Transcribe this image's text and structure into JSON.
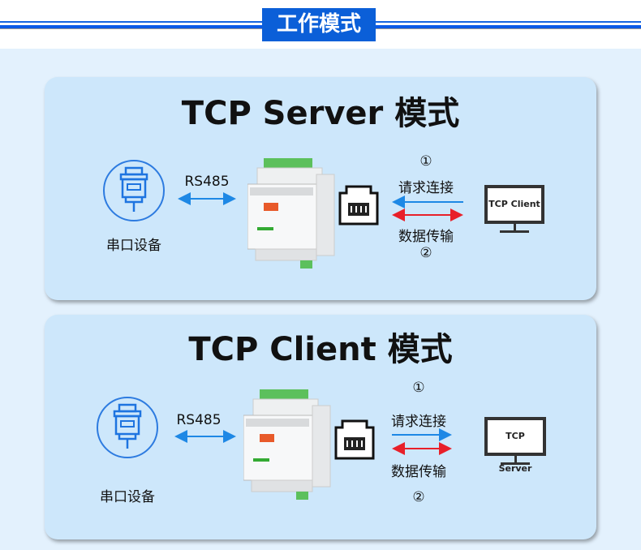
{
  "header": {
    "title": "工作模式"
  },
  "colors": {
    "blue": "#1e88e5",
    "red": "#e8202a",
    "accent": "#0b5fd8"
  },
  "panels": [
    {
      "title": "TCP Server 模式",
      "serial_label": "串口设备",
      "rs485": "RS485",
      "step1": "①",
      "request": "请求连接",
      "transfer": "数据传输",
      "step2": "②",
      "monitor_label": "TCP Client"
    },
    {
      "title": "TCP Client 模式",
      "serial_label": "串口设备",
      "rs485": "RS485",
      "step1": "①",
      "request": "请求连接",
      "transfer": "数据传输",
      "step2": "②",
      "monitor_label": "TCP Server"
    }
  ]
}
